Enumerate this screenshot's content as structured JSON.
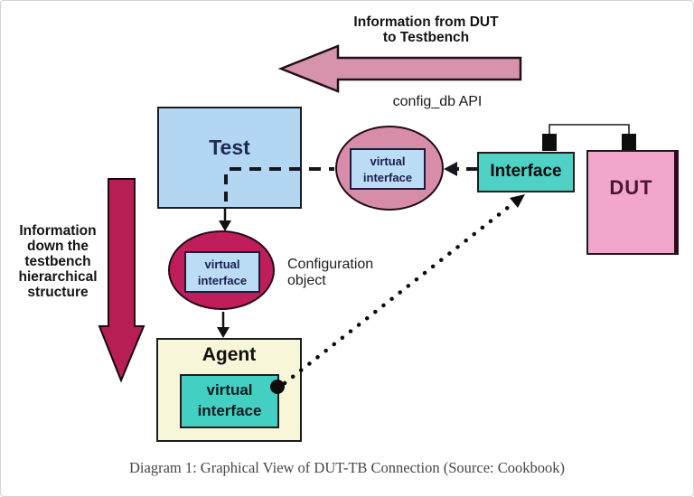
{
  "caption": "Diagram 1: Graphical View of DUT-TB Connection (Source: Cookbook)",
  "labels": {
    "top_arrow": [
      "Information from DUT",
      "to Testbench"
    ],
    "left_arrow": [
      "Information",
      "down the",
      "testbench",
      "hierarchical",
      "structure"
    ],
    "config_db_api": "config_db API",
    "configuration_object": [
      "Configuration",
      "object"
    ]
  },
  "nodes": {
    "test": "Test",
    "interface": "Interface",
    "dut": "DUT",
    "agent": "Agent",
    "virtual_interface": [
      "virtual",
      "interface"
    ]
  },
  "colors": {
    "top_arrow_fill": "#d893ac",
    "down_arrow_fill": "#b81e56",
    "test_fill": "#b3d7f3",
    "config_ellipse_fill": "#d78ca9",
    "configuration_ellipse_fill": "#c01d5b",
    "vi_box_fill": "#badcf5",
    "interface_fill": "#4fd1c6",
    "agent_fill": "#f8f6d8",
    "agent_vi_fill": "#43cfc2",
    "dut_fill": "#f2a6cb",
    "outline": "#1a1a1a"
  }
}
